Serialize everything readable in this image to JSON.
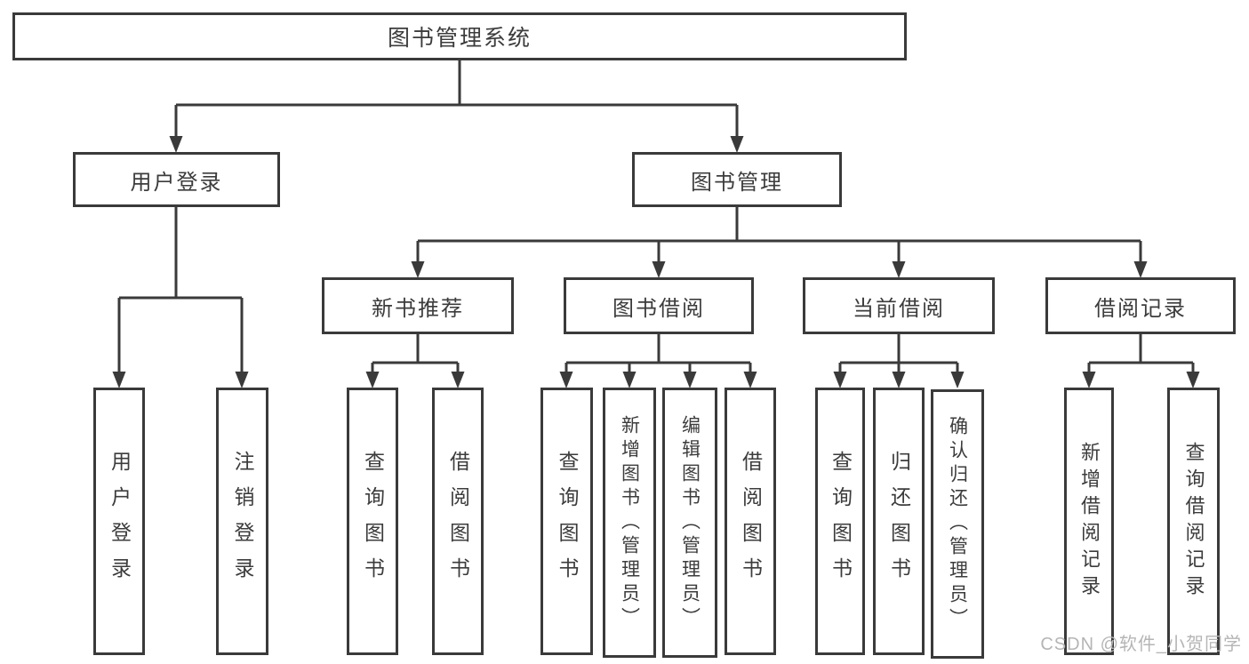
{
  "diagram_type": "function-structure-tree",
  "colors": {
    "background": "#ffffff",
    "line": "#3a3a3a",
    "box_border": "#3a3a3a",
    "box_fill": "#ffffff",
    "text": "#3c3c3c",
    "watermark": "#b5b5b5"
  },
  "tree": {
    "label": "图书管理系统",
    "children": [
      {
        "label": "用户登录",
        "children": [
          {
            "label": "用户登录"
          },
          {
            "label": "注销登录"
          }
        ]
      },
      {
        "label": "图书管理",
        "children": [
          {
            "label": "新书推荐",
            "children": [
              {
                "label": "查询图书"
              },
              {
                "label": "借阅图书"
              }
            ]
          },
          {
            "label": "图书借阅",
            "children": [
              {
                "label": "查询图书"
              },
              {
                "label": "新增图书（管理员）"
              },
              {
                "label": "编辑图书（管理员）"
              },
              {
                "label": "借阅图书"
              }
            ]
          },
          {
            "label": "当前借阅",
            "children": [
              {
                "label": "查询图书"
              },
              {
                "label": "归还图书"
              },
              {
                "label": "确认归还（管理员）"
              }
            ]
          },
          {
            "label": "借阅记录",
            "children": [
              {
                "label": "新增借阅记录"
              },
              {
                "label": "查询借阅记录"
              }
            ]
          }
        ]
      }
    ]
  },
  "watermark": {
    "text": "CSDN @软件_小贺同学"
  }
}
